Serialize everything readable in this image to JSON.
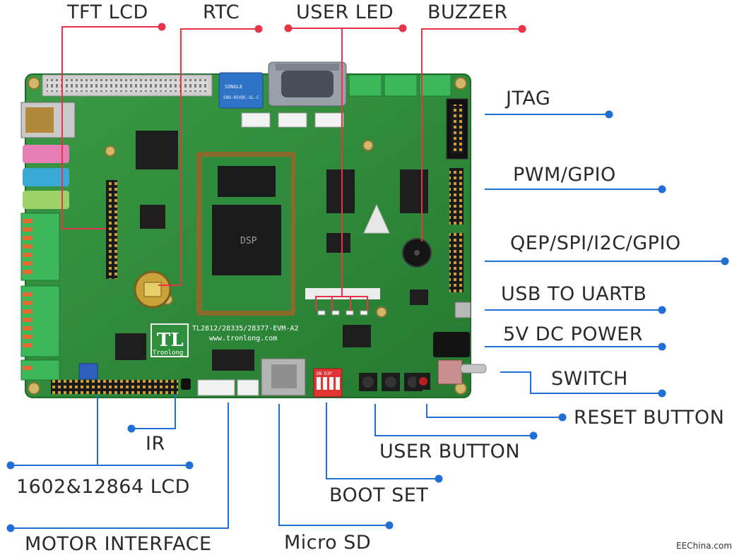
{
  "board": {
    "silkscreen": "TL2812/28335/28377-EVM-A2",
    "website": "www.tronlong.com",
    "logo_text": "TL",
    "logo_brand": "Tronlong",
    "dsp_chip_text": "DSP",
    "dip_label": "ON DIP"
  },
  "labels": {
    "tft_lcd": "TFT LCD",
    "rtc": "RTC",
    "user_led": "USER LED",
    "buzzer": "BUZZER",
    "jtag": "JTAG",
    "pwm_gpio": "PWM/GPIO",
    "qep_spi": "QEP/SPI/I2C/GPIO",
    "usb_uart": "USB TO UARTB",
    "dc_power": "5V DC POWER",
    "switch": "SWITCH",
    "reset_button": "RESET BUTTON",
    "user_button": "USER BUTTON",
    "boot_set": "BOOT SET",
    "ir": "IR",
    "lcd_1602": "1602&12864 LCD",
    "motor": "MOTOR INTERFACE",
    "micro_sd": "Micro SD"
  },
  "watermark": "EEChina.com",
  "colors": {
    "red_callout": "#e8334a",
    "blue_callout": "#1f6fd6",
    "pcb_green": "#2f8f3c"
  }
}
